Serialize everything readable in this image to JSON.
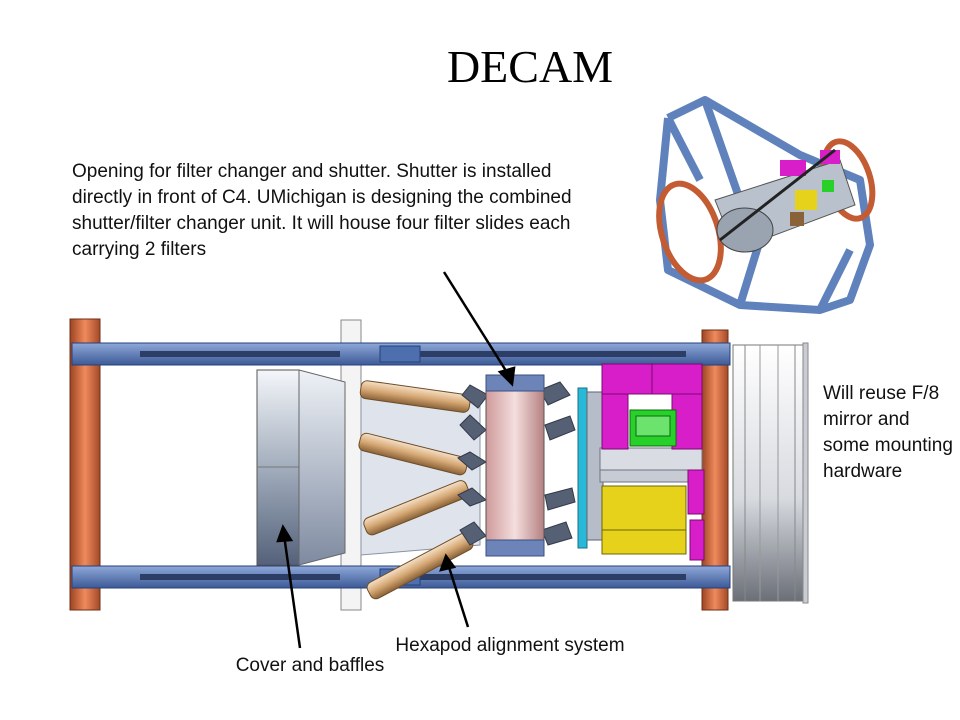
{
  "title": "DECAM",
  "annotations": {
    "filter_changer_note": "Opening for filter changer and shutter. Shutter is installed directly in front of C4. UMichigan is designing the combined shutter/filter changer unit. It will house four filter slides each carrying 2 filters",
    "mirror_note": "Will reuse F/8 mirror and some mounting hardware",
    "cover_label": "Cover and baffles",
    "hexapod_label": "Hexapod alignment system"
  },
  "colors": {
    "frame_blue": "#5f82bd",
    "flange_copper": "#d86c3f",
    "magenta": "#d71ec8",
    "green": "#27d12a",
    "yellow": "#e6d21b",
    "cyan": "#28b9d8",
    "tan": "#cfa878"
  }
}
